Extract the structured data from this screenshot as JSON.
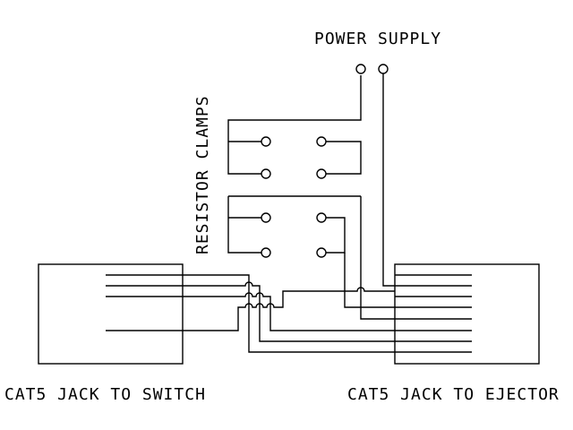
{
  "labels": {
    "power_supply": "POWER SUPPLY",
    "resistor_clamps": "RESISTOR CLAMPS",
    "jack_switch": "CAT5 JACK TO SWITCH",
    "jack_ejector": "CAT5 JACK TO EJECTOR"
  },
  "colors": {
    "line": "#000000",
    "background": "#ffffff"
  }
}
